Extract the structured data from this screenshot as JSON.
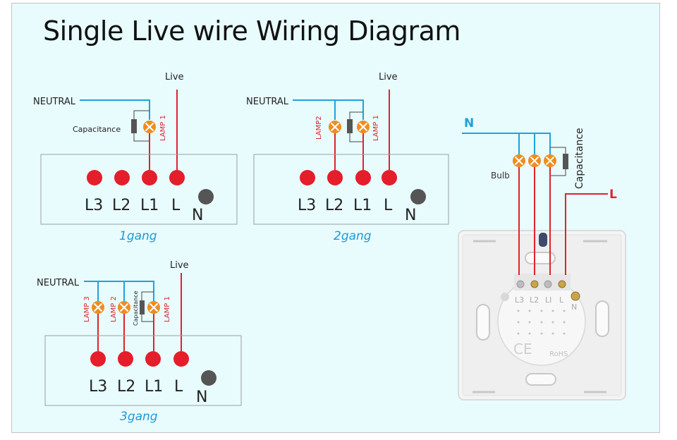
{
  "title": "Single Live wire Wiring Diagram",
  "colors": {
    "background": "#e8fbfd",
    "neutral_wire": "#1fa2dc",
    "live_wire": "#e0232e",
    "terminal_live": "#e41e2a",
    "terminal_neutral": "#555555",
    "lamp": "#f08c1e",
    "capacitor": "#555555",
    "gang_label": "#1e9ad6"
  },
  "diagrams": [
    {
      "name": "1gang",
      "caption": "1gang",
      "neutral_label": "NEUTRAL",
      "live_label": "Live",
      "capacitance_label": "Capacitance",
      "lamps": [
        "LAMP 1"
      ],
      "terminals": [
        "L3",
        "L2",
        "L1",
        "L"
      ],
      "neutral_terminal": "N"
    },
    {
      "name": "2gang",
      "caption": "2gang",
      "neutral_label": "NEUTRAL",
      "live_label": "Live",
      "lamps": [
        "LAMP2",
        "LAMP 1"
      ],
      "terminals": [
        "L3",
        "L2",
        "L1",
        "L"
      ],
      "neutral_terminal": "N"
    },
    {
      "name": "3gang",
      "caption": "3gang",
      "neutral_label": "NEUTRAL",
      "live_label": "Live",
      "capacitance_label": "Capacitance",
      "lamps": [
        "LAMP 3",
        "LAMP 2",
        "LAMP 1"
      ],
      "terminals": [
        "L3",
        "L2",
        "L1",
        "L"
      ],
      "neutral_terminal": "N"
    }
  ],
  "photo": {
    "neutral_label": "N",
    "live_label": "L",
    "bulb_label": "Bulb",
    "capacitance_label": "Capacitance",
    "terminal_labels": [
      "L3",
      "L2",
      "LI",
      "L"
    ],
    "neutral_terminal": "N",
    "cert_marks": [
      "CE",
      "RoHS"
    ]
  }
}
